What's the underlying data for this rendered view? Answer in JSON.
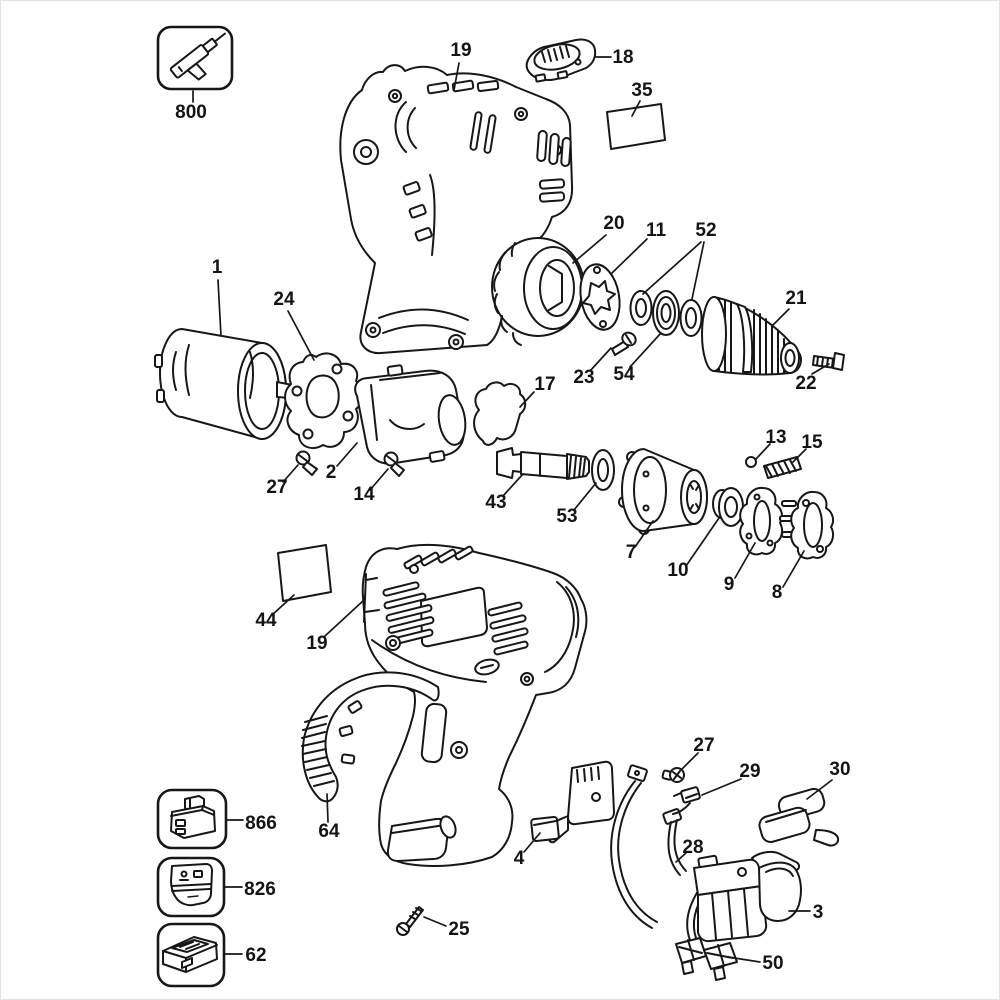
{
  "figure": {
    "type": "exploded-parts-diagram",
    "subject": "cordless drill / driver parts schematic",
    "background_color": "#ffffff",
    "line_color": "#171717"
  },
  "callouts": [
    {
      "label": "800"
    },
    {
      "label": "19"
    },
    {
      "label": "18"
    },
    {
      "label": "35"
    },
    {
      "label": "20"
    },
    {
      "label": "11"
    },
    {
      "label": "52"
    },
    {
      "label": "1"
    },
    {
      "label": "24"
    },
    {
      "label": "21"
    },
    {
      "label": "23"
    },
    {
      "label": "54"
    },
    {
      "label": "22"
    },
    {
      "label": "17"
    },
    {
      "label": "2"
    },
    {
      "label": "27"
    },
    {
      "label": "14"
    },
    {
      "label": "43"
    },
    {
      "label": "53"
    },
    {
      "label": "13"
    },
    {
      "label": "15"
    },
    {
      "label": "7"
    },
    {
      "label": "10"
    },
    {
      "label": "9"
    },
    {
      "label": "8"
    },
    {
      "label": "44"
    },
    {
      "label": "19"
    },
    {
      "label": "64"
    },
    {
      "label": "4"
    },
    {
      "label": "25"
    },
    {
      "label": "27"
    },
    {
      "label": "29"
    },
    {
      "label": "30"
    },
    {
      "label": "28"
    },
    {
      "label": "3"
    },
    {
      "label": "50"
    },
    {
      "label": "866"
    },
    {
      "label": "826"
    },
    {
      "label": "62"
    }
  ]
}
